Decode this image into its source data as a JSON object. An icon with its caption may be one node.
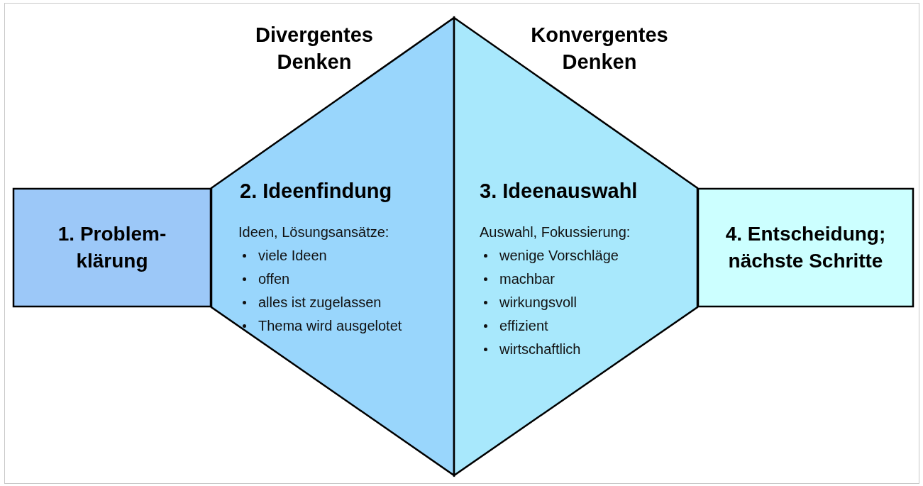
{
  "diagram": {
    "nodes": [
      {
        "text": [
          "1. Problem-klärung"
        ]
      },
      {
        "text": [
          "2. Ideenfindung",
          "Ideen, Lösungsansätze:",
          "viele Ideen",
          "offen",
          "alles ist zugelassen",
          "Thema wird ausgelotet"
        ],
        "beside": [
          "Divergentes Denken"
        ]
      },
      {
        "text": [
          "3. Ideenauswahl",
          "Auswahl, Fokussierung:",
          "wenige Vorschläge",
          "machbar",
          "wirkungsvoll",
          "effizient",
          "wirtschaftlich"
        ],
        "beside": [
          "Konvergentes Denken"
        ]
      },
      {
        "text": [
          "4. Entscheidung; nächste Schritte"
        ]
      }
    ],
    "edges": []
  }
}
